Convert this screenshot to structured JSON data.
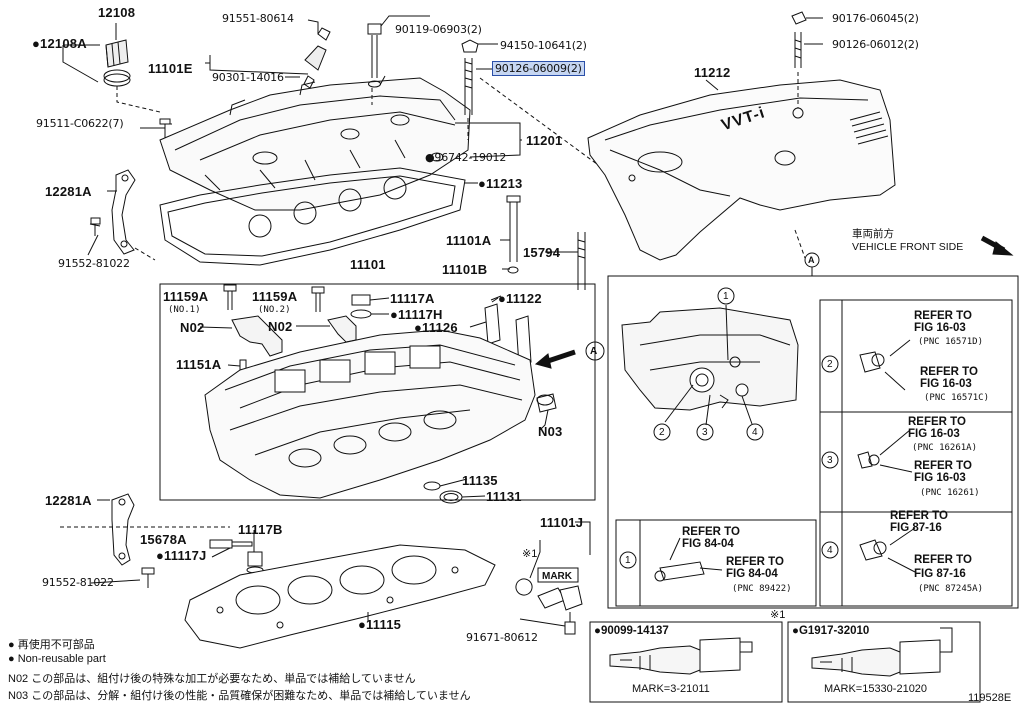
{
  "labels": {
    "p12108": "12108",
    "p12108A": "●12108A",
    "p91511": "91511-C0622(7)",
    "p11101E": "11101E",
    "p91551": "91551-80614",
    "p90301": "90301-14016",
    "p90119": "90119-06903(2)",
    "p94150": "94150-10641(2)",
    "p90126_09": "90126-06009(2)",
    "p11201": "11201",
    "p96742": "●96742-19012",
    "p11213": "●11213",
    "p12281A_top": "12281A",
    "p91552_top": "91552-81022",
    "p11101A": "11101A",
    "p15794": "15794",
    "p11101B": "11101B",
    "p90176": "90176-06045(2)",
    "p90126_12": "90126-06012(2)",
    "p11212": "11212",
    "p11101": "11101",
    "p11159A_1": "11159A",
    "p11159A_1n": "(NO.1)",
    "p11159A_2": "11159A",
    "p11159A_2n": "(NO.2)",
    "p11117A": "11117A",
    "p11117H": "●11117H",
    "p11122": "●11122",
    "p11126": "●11126",
    "pN02_a": "N02",
    "pN02_b": "N02",
    "p11151A": "11151A",
    "pN03": "N03",
    "p11135": "11135",
    "p11131": "11131",
    "p12281A_bot": "12281A",
    "p15678A": "15678A",
    "p11117B": "11117B",
    "p11117J": "●11117J",
    "p91552_bot": "91552-81022",
    "p11115": "●11115",
    "p11101J": "11101J",
    "p_note1": "※1",
    "p_mark": "MARK",
    "p91671": "91671-80612",
    "p_ref_a_circle": "A",
    "p_arrow_a": "A"
  },
  "vehicle_front": {
    "jp": "車両前方",
    "en": "VEHICLE FRONT SIDE"
  },
  "cover_text": "VVT-i",
  "detail_a": {
    "callouts": [
      "1",
      "2",
      "3",
      "4"
    ],
    "refs": [
      {
        "num": "2",
        "a_line1": "REFER TO",
        "a_line2": "FIG 16-03",
        "a_pnc": "(PNC 16571D)",
        "b_line1": "REFER TO",
        "b_line2": "FIG 16-03",
        "b_pnc": "(PNC 16571C)"
      },
      {
        "num": "3",
        "a_line1": "REFER TO",
        "a_line2": "FIG 16-03",
        "a_pnc": "(PNC 16261A)",
        "b_line1": "REFER TO",
        "b_line2": "FIG 16-03",
        "b_pnc": "(PNC 16261)"
      },
      {
        "num": "4",
        "a_line1": "REFER TO",
        "a_line2": "FIG 87-16",
        "a_pnc": "",
        "b_line1": "REFER TO",
        "b_line2": "FIG 87-16",
        "b_pnc": "(PNC 87245A)"
      }
    ],
    "ref1": {
      "num": "1",
      "a_line1": "REFER TO",
      "a_line2": "FIG 84-04",
      "b_line1": "REFER TO",
      "b_line2": "FIG 84-04",
      "b_pnc": "(PNC 89422)"
    }
  },
  "note1_box": {
    "title": "※1",
    "left_part": "●90099-14137",
    "left_mark": "MARK=3-21011",
    "right_part": "●G1917-32010",
    "right_mark": "MARK=15330-21020"
  },
  "legend": {
    "jp_nonreusable": "● 再使用不可部品",
    "en_nonreusable": "● Non-reusable part",
    "n02": "N02  この部品は、組付け後の特殊な加工が必要なため、単品では補給していません",
    "n03": "N03  この部品は、分解・組付け後の性能・品質確保が困難なため、単品では補給していません"
  },
  "figure_id": "119528E",
  "colors": {
    "highlight_fill": "#c6d6f2",
    "highlight_border": "#2a4fa8",
    "ink": "#111111"
  }
}
